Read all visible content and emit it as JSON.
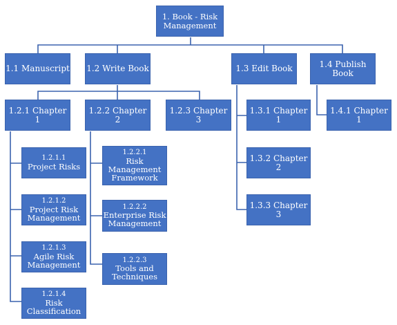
{
  "diagram": {
    "type": "work-breakdown-structure",
    "colors": {
      "node_fill": "#4472c4",
      "node_border": "#3a62ad",
      "text": "#ffffff",
      "connector": "#3a62ad"
    },
    "root": {
      "code": "1. Book - Risk",
      "label": "Management"
    },
    "level1": [
      {
        "label": "1.1 Manuscript"
      },
      {
        "label": "1.2 Write Book"
      },
      {
        "label": "1.3 Edit Book"
      },
      {
        "label": "1.4 Publish Book"
      }
    ],
    "write_children": [
      {
        "label": "1.2.1 Chapter 1"
      },
      {
        "label": "1.2.2 Chapter 2"
      },
      {
        "label": "1.2.3 Chapter 3"
      }
    ],
    "edit_children": [
      {
        "label": "1.3.1 Chapter 1"
      },
      {
        "label": "1.3.2 Chapter 2"
      },
      {
        "label": "1.3.3 Chapter 3"
      }
    ],
    "publish_children": [
      {
        "label": "1.4.1 Chapter 1"
      }
    ],
    "chapter1_children": [
      {
        "code": "1.2.1.1",
        "label": "Project Risks"
      },
      {
        "code": "1.2.1.2",
        "label": "Project Risk Management"
      },
      {
        "code": "1.2.1.3",
        "label": "Agile Risk Management"
      },
      {
        "code": "1.2.1.4",
        "label": "Risk Classification"
      }
    ],
    "chapter2_children": [
      {
        "code": "1.2.2.1",
        "label": "Risk Management Framework"
      },
      {
        "code": "1.2.2.2",
        "label": "Enterprise Risk Management"
      },
      {
        "code": "1.2.2.3",
        "label": "Tools and Techniques"
      }
    ]
  }
}
